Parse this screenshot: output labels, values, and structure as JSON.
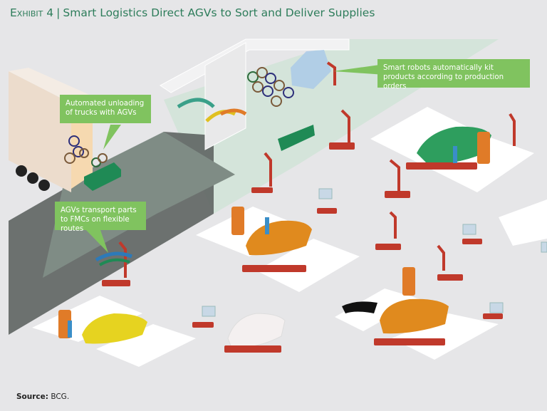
{
  "header": {
    "exhibit_label": "Exhibit 4",
    "separator": "|",
    "title": "Smart Logistics Direct AGVs to Sort and Deliver Supplies"
  },
  "callouts": [
    {
      "id": "truck-unloading",
      "text": "Automated unloading of trucks with AGVs"
    },
    {
      "id": "smart-robots-kitting",
      "text": "Smart robots automatically kit products according to production orders"
    },
    {
      "id": "agv-transport",
      "text": "AGVs transport parts to FMCs on flexible routes"
    }
  ],
  "illustration": {
    "description": "Isometric smart factory with truck, storage warehouse, AGVs, robot arms and car assembly cells",
    "colors": {
      "background": "#e6e6e8",
      "callout": "#80c35f",
      "title": "#2e7d5b",
      "agv_red": "#c0392b",
      "robot_orange": "#e07b28",
      "road_dark": "#7f8c85",
      "platform_white": "#ffffff",
      "car_green": "#2e9e5e",
      "car_yellow": "#e6d320",
      "car_orange": "#e08a1e"
    }
  },
  "footer": {
    "source_label": "Source:",
    "source_value": "BCG."
  }
}
